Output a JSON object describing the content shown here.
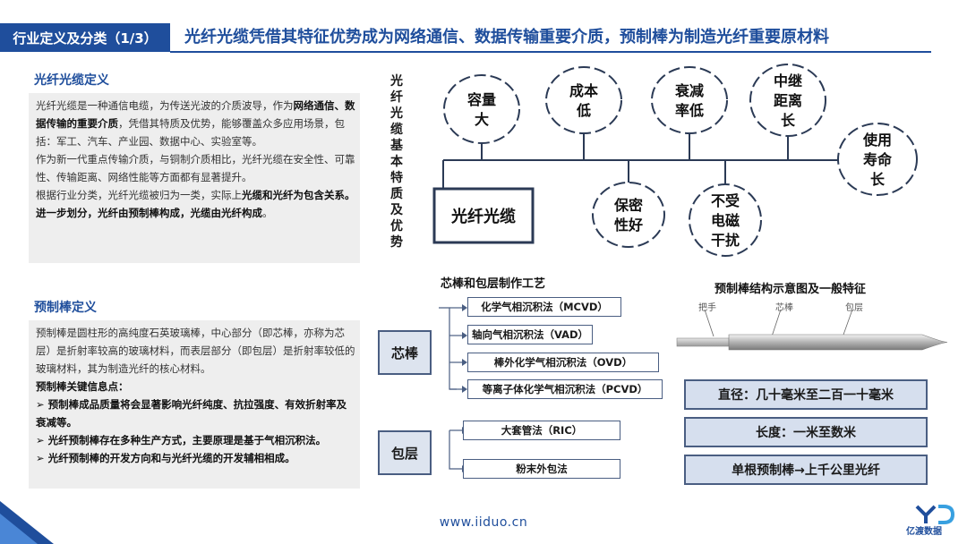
{
  "header": {
    "section_tag": "行业定义及分类（1/3）",
    "title": "光纤光缆凭借其特征优势成为网络通信、数据传输重要介质，预制棒为制造光纤重要原材料",
    "brand_color": "#1f4e9c"
  },
  "fiber_definition": {
    "title": "光纤光缆定义",
    "paragraphs": [
      [
        {
          "t": "光纤光缆是一种通信电缆，为传送光波的介质波导，作为"
        },
        {
          "t": "网络通信、数据传输的重要介质",
          "b": true
        },
        {
          "t": "，凭借其特质及优势，能够覆盖众多应用场景，包括：军工、汽车、产业园、数据中心、实验室等。"
        }
      ],
      [
        {
          "t": "作为新一代重点传输介质，与铜制介质相比，光纤光缆在安全性、可靠性、传输距离、网络性能等方面都有显著提升。"
        }
      ],
      [
        {
          "t": "根据行业分类，光纤光缆被归为一类，实际上"
        },
        {
          "t": "光缆和光纤为包含关系。进一步划分，光纤由预制棒构成，光缆由光纤构成",
          "b": true
        },
        {
          "t": "。"
        }
      ]
    ]
  },
  "preform_definition": {
    "title": "预制棒定义",
    "intro": "预制棒是圆柱形的高纯度石英玻璃棒，中心部分（即芯棒，亦称为芯层）是折射率较高的玻璃材料，而表层部分（即包层）是折射率较低的玻璃材料，其为制造光纤的核心材料。",
    "key_title": "预制棒关键信息点：",
    "bullets": [
      "预制棒成品质量将会显著影响光纤纯度、抗拉强度、有效折射率及衰减等。",
      "光纤预制棒存在多种生产方式，主要原理是基于气相沉积法。",
      "光纤预制棒的开发方向和与光纤光缆的开发辅相相成。"
    ]
  },
  "features_diagram": {
    "vertical_label": "光纤光缆基本特质及优势",
    "center": "光纤光缆",
    "top": [
      [
        "容量",
        "大"
      ],
      [
        "成本",
        "低"
      ],
      [
        "衰减",
        "率低"
      ],
      [
        "中继",
        "距离",
        "长"
      ],
      [
        "使用",
        "寿命",
        "长"
      ]
    ],
    "bottom": [
      [
        "保密",
        "性好"
      ],
      [
        "不受",
        "电磁",
        "干扰"
      ]
    ]
  },
  "process": {
    "title": "芯棒和包层制作工艺",
    "core": {
      "label": "芯棒",
      "methods": [
        "化学气相沉积法（MCVD）",
        "轴向气相沉积法（VAD）",
        "棒外化学气相沉积法（OVD）",
        "等离子体化学气相沉积法（PCVD）"
      ]
    },
    "cladding": {
      "label": "包层",
      "methods": [
        "大套管法（RIC）",
        "粉末外包法"
      ]
    }
  },
  "structure": {
    "title": "预制棒结构示意图及一般特征",
    "parts": [
      "把手",
      "芯棒",
      "包层"
    ],
    "features": [
      "直径：几十毫米至二百一十毫米",
      "长度：一米至数米",
      "单根预制棒→上千公里光纤"
    ]
  },
  "footer": {
    "url": "www.iiduo.cn",
    "brand": "亿渡数据"
  }
}
